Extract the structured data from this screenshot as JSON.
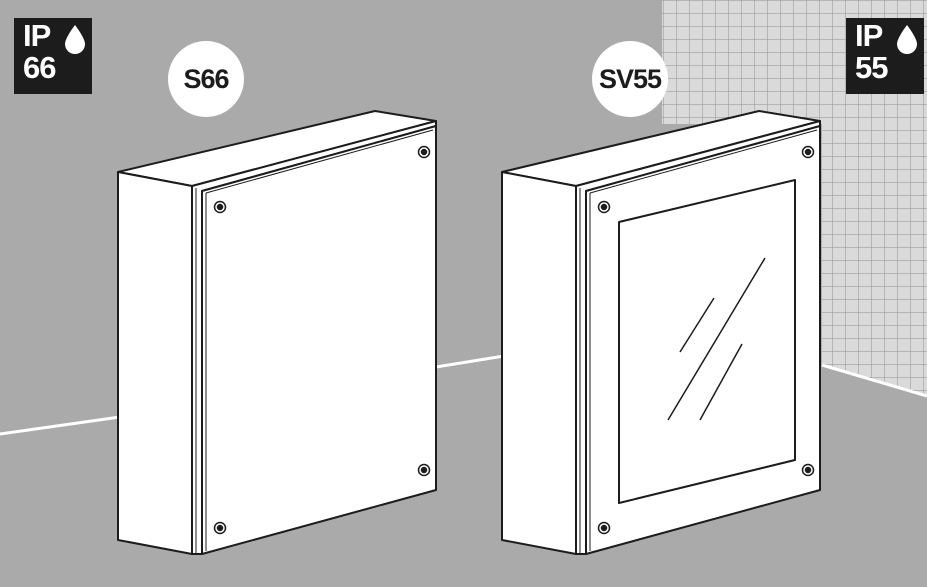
{
  "badges": {
    "left": {
      "ip": "IP",
      "rating": "66",
      "icon": "water-drop-icon"
    },
    "right": {
      "ip": "IP",
      "rating": "55",
      "icon": "water-drop-icon"
    }
  },
  "enclosures": {
    "solid": {
      "label": "S66"
    },
    "windowed": {
      "label": "SV55"
    }
  },
  "colors": {
    "background": "#a9aaa9",
    "badge": "#1c1c1c",
    "panel": "#ffffff",
    "outline": "#1c1c1c"
  }
}
